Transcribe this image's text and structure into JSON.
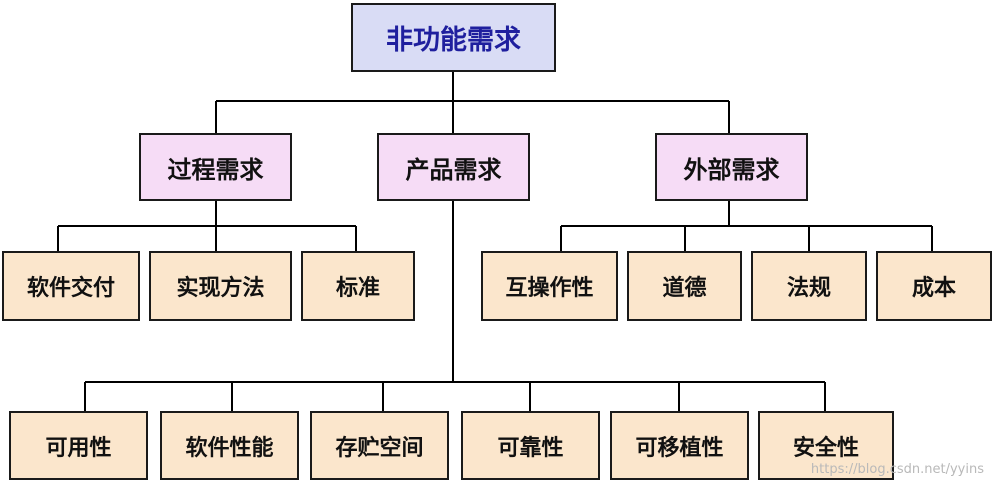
{
  "root": {
    "label": "非功能需求",
    "fill": "#d9dcf5",
    "text_color": "#1f1f9e"
  },
  "categories": [
    {
      "label": "过程需求",
      "fill": "#f6dcf6"
    },
    {
      "label": "产品需求",
      "fill": "#f6dcf6"
    },
    {
      "label": "外部需求",
      "fill": "#f6dcf6"
    }
  ],
  "process_children": [
    "软件交付",
    "实现方法",
    "标准"
  ],
  "external_children": [
    "互操作性",
    "道德",
    "法规",
    "成本"
  ],
  "product_children": [
    "可用性",
    "软件性能",
    "存贮空间",
    "可靠性",
    "可移植性",
    "安全性"
  ],
  "leaf_fill": "#fbe6cc",
  "watermark": "https://blog.csdn.net/yyins"
}
